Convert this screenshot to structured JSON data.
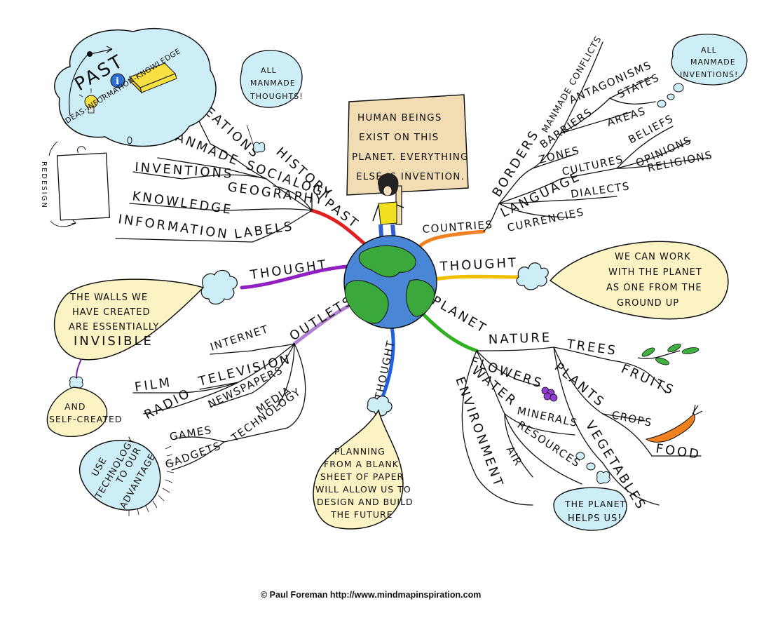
{
  "center": {
    "sign": [
      "HUMAN BEINGS",
      "EXIST ON THIS",
      "PLANET. EVERYTHING",
      "ELSE IS INVENTION."
    ]
  },
  "main_branches": {
    "past": "PAST",
    "countries": "COUNTRIES",
    "thought_right": "THOUGHT",
    "planet": "PLANET",
    "thought_bottom": "THOUGHT",
    "outlets": "OUTLETS",
    "thought_left": "THOUGHT"
  },
  "past_branch": {
    "history": "HISTORY",
    "creations": "CREATIONS",
    "sociology": "SOCIALOGY",
    "manmade": "MANMADE",
    "inventions": "INVENTIONS",
    "geography": "GEOGRAPHY",
    "knowledge": "KNOWLEDGE",
    "labels": "LABELS",
    "information": "INFORMATION"
  },
  "countries_branch": {
    "borders": "BORDERS",
    "manmade_conflicts": "MANMADE CONFLICTS",
    "antagonisms": "ANTAGONISMS",
    "barriers": "BARRIERS",
    "states": "STATES",
    "areas": "AREAS",
    "zones": "ZONES",
    "cultures": "CULTURES",
    "beliefs": "BELIEFS",
    "opinions": "OPINIONS",
    "religions": "RELIGIONS",
    "language": "LANGUAGE",
    "dialects": "DIALECTS",
    "currencies": "CURRENCIES"
  },
  "planet_branch": {
    "nature": "NATURE",
    "trees": "TREES",
    "fruits": "FRUITS",
    "plants": "PLANTS",
    "crops": "CROPS",
    "food": "FOOD",
    "flowers": "FLOWERS",
    "vegetables": "VEGETABLES",
    "environment": "ENVIRONMENT",
    "water": "WATER",
    "minerals": "MINERALS",
    "resources": "RESOURCES",
    "air": "AIR"
  },
  "outlets_branch": {
    "internet": "INTERNET",
    "television": "TELEVISION",
    "film": "FILM",
    "radio": "RADIO",
    "newspapers": "NEWSPAPERS",
    "media": "MEDIA",
    "technology": "TECHNOLOGY",
    "games": "GAMES",
    "gadgets": "GADGETS"
  },
  "bubbles": {
    "manmade_thoughts": [
      "ALL",
      "MANMADE",
      "THOUGHTS!"
    ],
    "manmade_inventions": [
      "ALL",
      "MANMADE",
      "INVENTIONS!"
    ],
    "work_with_planet": [
      "WE CAN WORK",
      "WITH THE PLANET",
      "AS ONE FROM THE",
      "GROUND UP"
    ],
    "walls": [
      "THE WALLS WE",
      "HAVE CREATED",
      "ARE ESSENTIALLY",
      "INVISIBLE"
    ],
    "self_created": [
      "AND",
      "SELF-CREATED"
    ],
    "use_technology": [
      "USE",
      "TECHNOLOGY",
      "TO OUR",
      "ADVANTAGE"
    ],
    "planning": [
      "PLANNING",
      "FROM A BLANK",
      "SHEET OF PAPER",
      "WILL ALLOW US TO",
      "DESIGN AND BUILD",
      "THE FUTURE"
    ],
    "planet_helps": [
      "THE PLANET",
      "HELPS US!"
    ]
  },
  "past_cloud": {
    "title": "PAST",
    "subtitle": "IDEAS-INFORMATION-KNOWLEDGE",
    "redesign": "REDESIGN"
  },
  "footer": {
    "copyright": "© Paul Foreman http://www.mindmapinspiration.com"
  },
  "colors": {
    "past": "#e02020",
    "countries": "#f08020",
    "thought_right": "#f0c000",
    "planet": "#30b020",
    "thought_bottom": "#2060e0",
    "outlets": "#b080d0",
    "thought_left": "#9020c0",
    "bubble_fill": "#fbf3c4",
    "cloud_fill": "#cdeef6",
    "sign_fill": "#f2dcb4",
    "ocean": "#4a86d6",
    "land": "#3aa83a"
  }
}
